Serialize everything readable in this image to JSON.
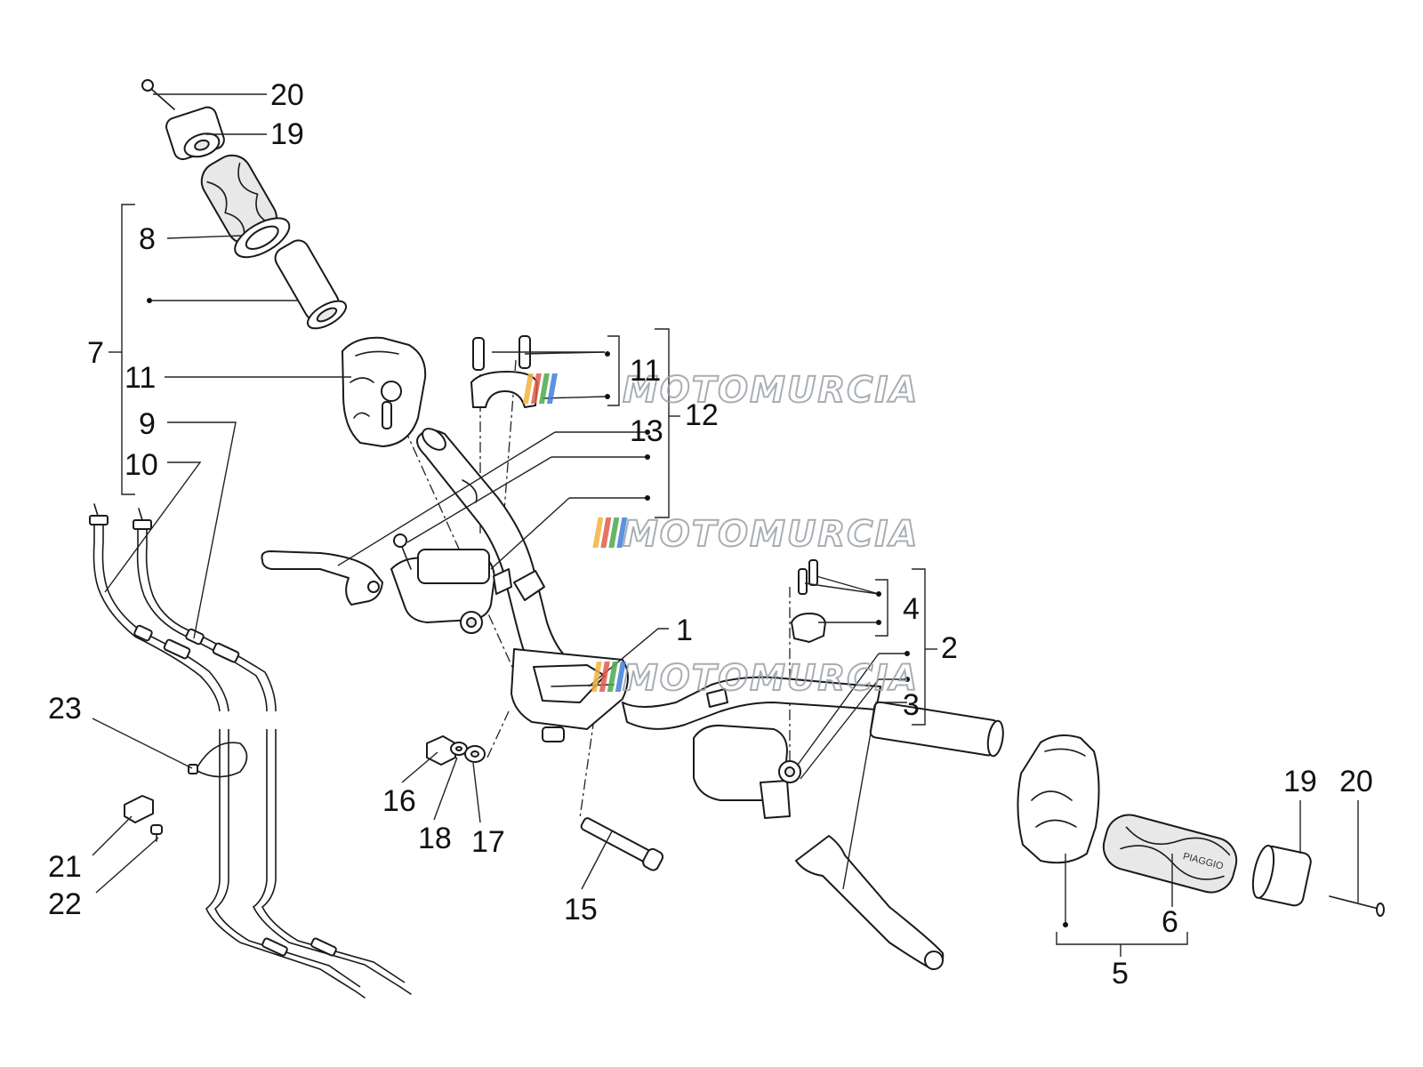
{
  "callouts": {
    "c1": "1",
    "c2": "2",
    "c3": "3",
    "c4": "4",
    "c5": "5",
    "c6": "6",
    "c7": "7",
    "c8": "8",
    "c9": "9",
    "c10": "10",
    "c11_top": "11",
    "c11_left": "11",
    "c12": "12",
    "c13": "13",
    "c15": "15",
    "c16": "16",
    "c17": "17",
    "c18": "18",
    "c19_top": "19",
    "c19_right": "19",
    "c20_top": "20",
    "c20_right": "20",
    "c21": "21",
    "c22": "22",
    "c23": "23"
  },
  "watermark": {
    "text": "MOTOMURCIA",
    "colors": [
      "#f2b33d",
      "#e35a4a",
      "#4ca84c",
      "#3f7fd8"
    ]
  },
  "grip_brand": "PIAGGIO"
}
